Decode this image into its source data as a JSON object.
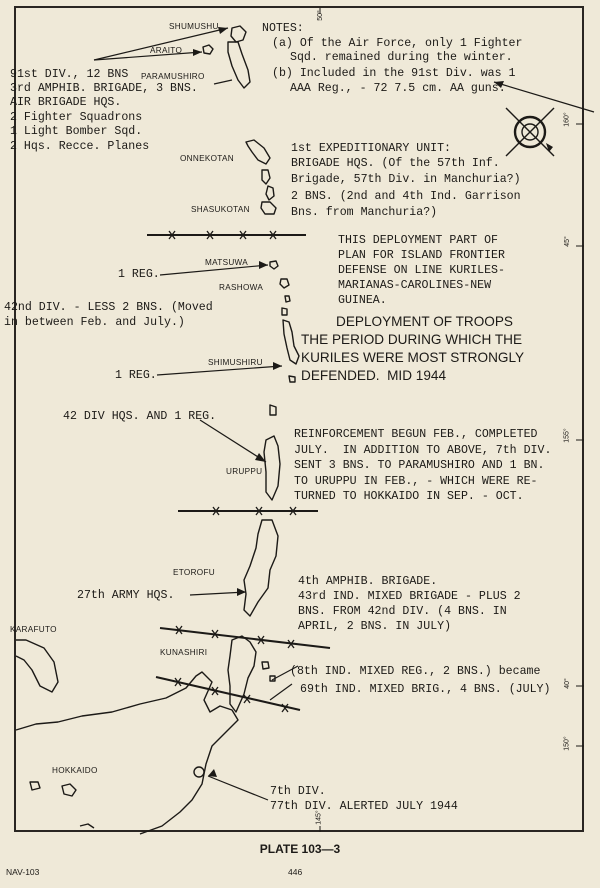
{
  "notes": {
    "title": "NOTES:",
    "a": "(a) Of the Air Force, only 1 Fighter",
    "a2": "Sqd. remained during the winter.",
    "b": "(b) Included in the 91st Div. was 1",
    "b2": "AAA Reg., - 72 7.5 cm. AA guns."
  },
  "paramushiro_block": {
    "line1": "91st DIV., 12 BNS",
    "line2": "3rd AMPHIB. BRIGADE, 3 BNS.",
    "line3": "AIR BRIGADE HQS.",
    "line4": "2 Fighter Squadrons",
    "line5": "1 Light Bomber Sqd.",
    "line6": "2 Hqs. Recce. Planes"
  },
  "expeditionary": {
    "line1": "1st EXPEDITIONARY UNIT:",
    "line2": "BRIGADE HQS. (Of the 57th Inf.",
    "line3": "Brigade, 57th Div. in Manchuria?)",
    "line4": "2 BNS. (2nd and 4th Ind. Garrison",
    "line5": "Bns. from Manchuria?)"
  },
  "deployment_plan": {
    "line1": "THIS DEPLOYMENT PART OF",
    "line2": "PLAN FOR ISLAND FRONTIER",
    "line3": "DEFENSE ON LINE KURILES-",
    "line4": "MARIANAS-CAROLINES-NEW",
    "line5": "GUINEA."
  },
  "title": {
    "line1": "DEPLOYMENT OF TROOPS",
    "line2": "THE PERIOD DURING WHICH THE",
    "line3": "KURILES WERE MOST STRONGLY",
    "line4": "DEFENDED.  MID 1944"
  },
  "matsuwa_reg": "1 REG.",
  "div42": {
    "line1": "42nd DIV. - LESS 2 BNS. (Moved",
    "line2": "in between Feb. and July.)"
  },
  "shimushiru_reg": "1 REG.",
  "div42_hqs": "42 DIV HQS. AND 1 REG.",
  "reinforcement": {
    "line1": "REINFORCEMENT BEGUN FEB., COMPLETED",
    "line2": "JULY.  IN ADDITION TO ABOVE, 7th DIV.",
    "line3": "SENT 3 BNS. TO PARAMUSHIRO AND 1 BN.",
    "line4": "TO URUPPU IN FEB., - WHICH WERE RE-",
    "line5": "TURNED TO HOKKAIDO IN SEP. - OCT."
  },
  "etorofu_block": {
    "line1": "4th AMPHIB. BRIGADE.",
    "line2": "43rd IND. MIXED BRIGADE - PLUS 2",
    "line3": "BNS. FROM 42nd DIV. (4 BNS. IN",
    "line4": "APRIL, 2 BNS. IN JULY)"
  },
  "army_hqs": "27th ARMY HQS.",
  "kunashiri_block": {
    "line1": "(8th IND. MIXED REG., 2 BNS.) became",
    "line2": "69th IND. MIXED BRIG., 4 BNS. (JULY)"
  },
  "hokkaido_block": {
    "line1": "7th DIV.",
    "line2": "77th DIV. ALERTED JULY 1944"
  },
  "places": {
    "shumushu": "SHUMUSHU",
    "araito": "ARAITO",
    "paramushiro": "PARAMUSHIRO",
    "onnekotan": "ONNEKOTAN",
    "shasukotan": "SHASUKOTAN",
    "matsuwa": "MATSUWA",
    "rashowa": "RASHOWA",
    "shimushiru": "SHIMUSHIRU",
    "uruppu": "URUPPU",
    "etorofu": "ETOROFU",
    "karafuto": "KARAFUTO",
    "kunashiri": "KUNASHIRI",
    "hokkaido": "HOKKAIDO"
  },
  "degrees": {
    "top": "50°",
    "r160": "160°",
    "r45": "45°",
    "r155": "155°",
    "r40": "40°",
    "r150": "150°",
    "bottom": "145°"
  },
  "plate": "PLATE 103—3",
  "footer": {
    "left": "NAV-103",
    "page": "446"
  },
  "colors": {
    "paper": "#efe9d8",
    "ink": "#1c1a17"
  }
}
